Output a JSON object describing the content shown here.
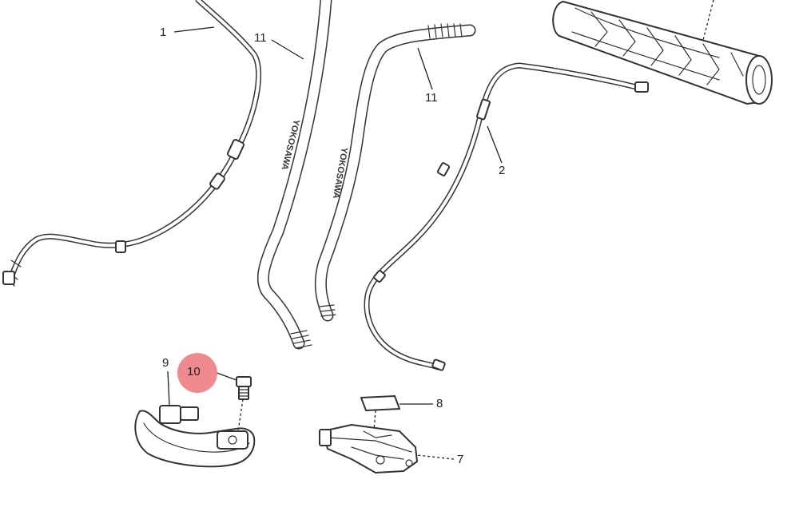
{
  "diagram": {
    "callouts": [
      {
        "id": "1",
        "label": "1"
      },
      {
        "id": "11a",
        "label": "11"
      },
      {
        "id": "11b",
        "label": "11"
      },
      {
        "id": "2",
        "label": "2"
      },
      {
        "id": "9",
        "label": "9"
      },
      {
        "id": "10",
        "label": "10"
      },
      {
        "id": "8",
        "label": "8"
      },
      {
        "id": "7",
        "label": "7"
      }
    ],
    "highlighted_callout": "10",
    "highlight_color": "#ef8a8f",
    "line_color": "#333333",
    "hose_markings": [
      "YOKOSAWA",
      "YOKOSAWA"
    ]
  }
}
